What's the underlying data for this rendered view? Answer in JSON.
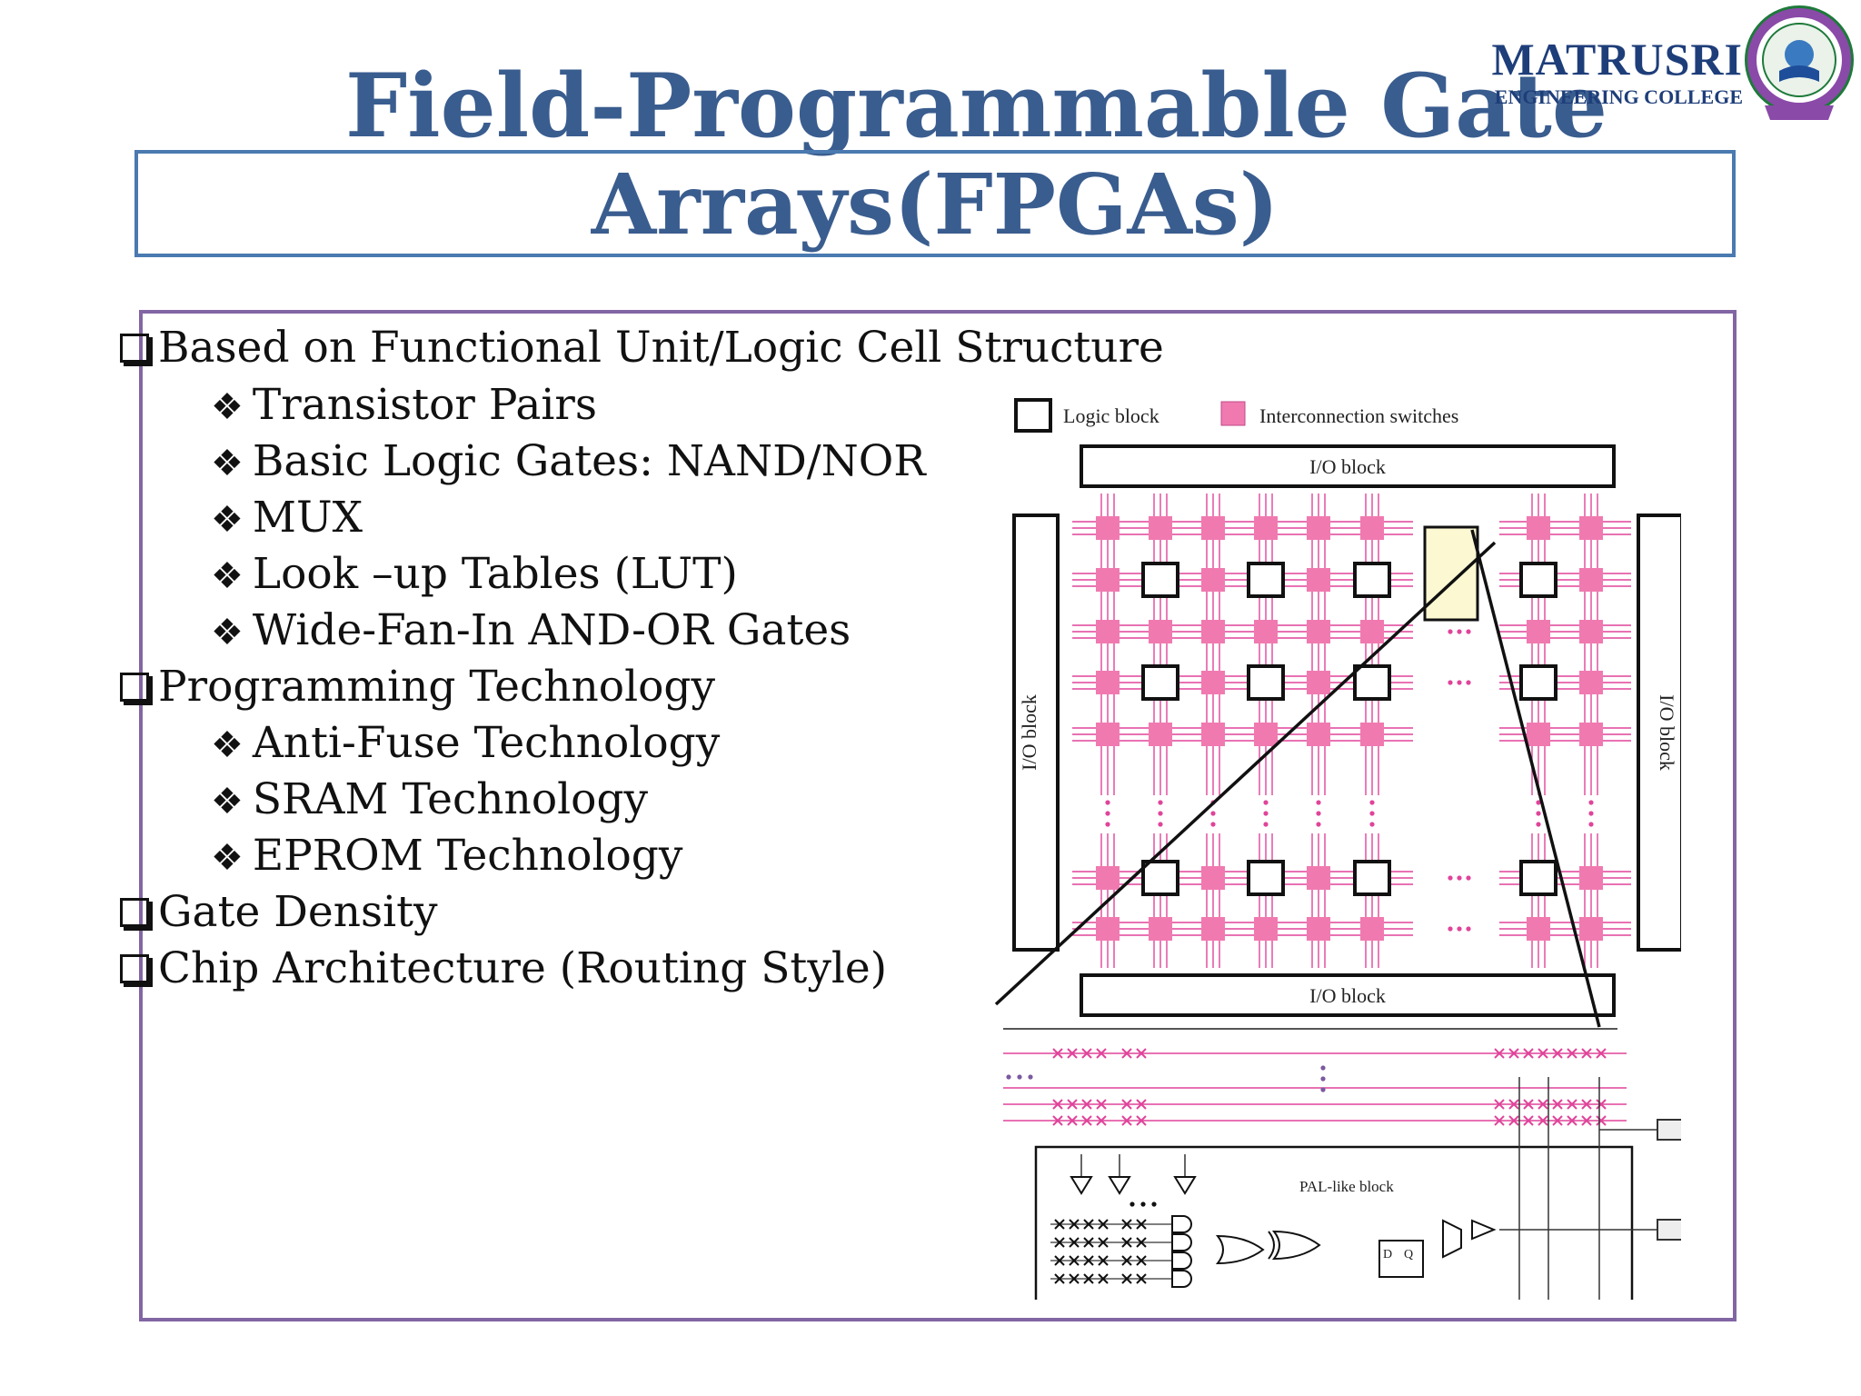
{
  "title": {
    "line1": "Field-Programmable Gate",
    "line2": "Arrays(FPGAs)"
  },
  "logo": {
    "name": "MATRUSRI",
    "subtitle": "ENGINEERING COLLEGE",
    "seal_icon": "college-seal-icon"
  },
  "bullets": [
    {
      "text": "Based on Functional Unit/Logic Cell Structure",
      "subitems": [
        "Transistor Pairs",
        "Basic Logic Gates: NAND/NOR",
        "MUX",
        "Look –up Tables (LUT)",
        "Wide-Fan-In AND-OR Gates"
      ]
    },
    {
      "text": "Programming Technology",
      "subitems": [
        "Anti-Fuse Technology",
        "SRAM Technology",
        "EPROM Technology"
      ]
    },
    {
      "text": "Gate Density",
      "subitems": []
    },
    {
      "text": "Chip Architecture (Routing Style)",
      "subitems": []
    }
  ],
  "diagram": {
    "legend": {
      "logic_block": "Logic block",
      "interconnection": "Interconnection switches"
    },
    "io_top": "I/O block",
    "io_bottom": "I/O block",
    "io_left": "I/O block",
    "io_right": "I/O block",
    "pal_label": "PAL-like block",
    "ff_d": "D",
    "ff_q": "Q"
  },
  "colors": {
    "title": "#3a5d8f",
    "title_border": "#4a7ab0",
    "content_border": "#8266a4",
    "switch": "#f07ab0",
    "wire": "#e0449a",
    "highlight": "#fbf8d2"
  }
}
